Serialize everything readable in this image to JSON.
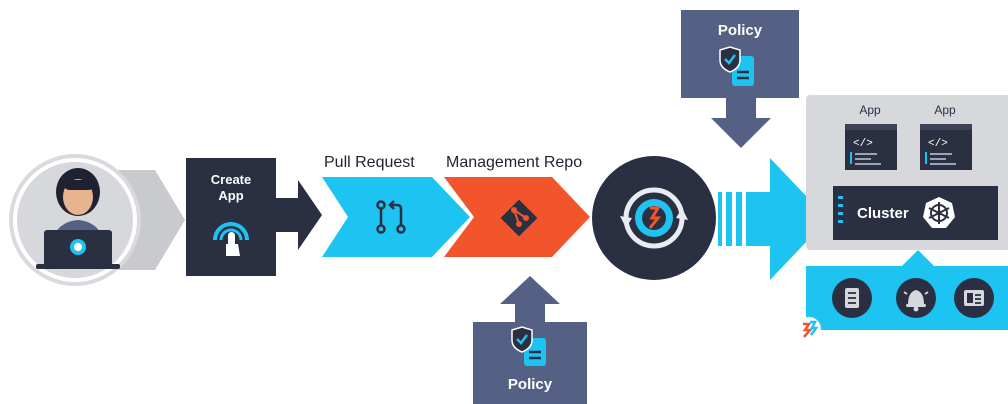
{
  "create_app": {
    "label": "Create\nApp"
  },
  "pull_request": {
    "label": "Pull Request"
  },
  "management_repo": {
    "label": "Management Repo"
  },
  "policy_top": {
    "label": "Policy"
  },
  "policy_bottom": {
    "label": "Policy"
  },
  "cluster_panel": {
    "apps": [
      {
        "label": "App"
      },
      {
        "label": "App"
      }
    ],
    "cluster_label": "Cluster"
  },
  "icons": {
    "user": "developer-avatar-icon",
    "touch": "touch-gesture-icon",
    "pr": "pull-request-icon",
    "git": "git-icon",
    "sync": "sync-engine-icon",
    "policy": "shield-document-icon",
    "k8s": "kubernetes-helm-icon",
    "code": "code-window-icon"
  },
  "colors": {
    "navy": "#2b2f42",
    "cyan": "#1ec4f1",
    "orange": "#f2552c",
    "slate": "#556184",
    "gray_panel": "#d7d8dc"
  }
}
